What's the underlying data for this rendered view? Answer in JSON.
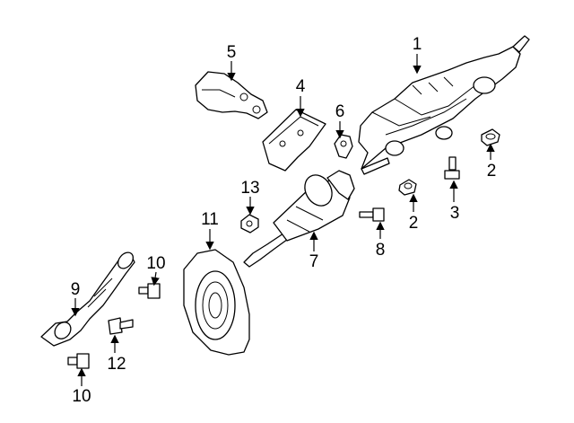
{
  "callouts": [
    {
      "id": "c1",
      "label": "1"
    },
    {
      "id": "c2a",
      "label": "2"
    },
    {
      "id": "c2b",
      "label": "2"
    },
    {
      "id": "c3",
      "label": "3"
    },
    {
      "id": "c4",
      "label": "4"
    },
    {
      "id": "c5",
      "label": "5"
    },
    {
      "id": "c6",
      "label": "6"
    },
    {
      "id": "c7",
      "label": "7"
    },
    {
      "id": "c8",
      "label": "8"
    },
    {
      "id": "c9",
      "label": "9"
    },
    {
      "id": "c10a",
      "label": "10"
    },
    {
      "id": "c10b",
      "label": "10"
    },
    {
      "id": "c11",
      "label": "11"
    },
    {
      "id": "c12",
      "label": "12"
    },
    {
      "id": "c13",
      "label": "13"
    }
  ],
  "colors": {
    "line": "#000000",
    "background": "#ffffff"
  }
}
